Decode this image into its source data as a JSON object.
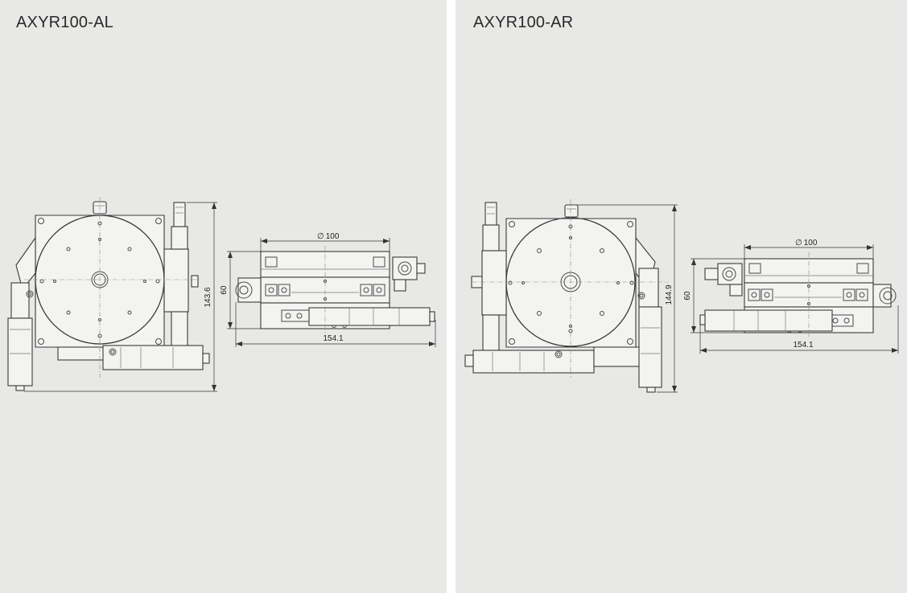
{
  "panels": [
    {
      "title": "AXYR100-AL",
      "dims": {
        "height": "143.6",
        "diameter": "100",
        "side_height": "60",
        "side_width": "154.1"
      }
    },
    {
      "title": "AXYR100-AR",
      "dims": {
        "height": "144.9",
        "diameter": "100",
        "side_height": "60",
        "side_width": "154.1"
      }
    }
  ],
  "symbols": {
    "diameter": "∅"
  }
}
